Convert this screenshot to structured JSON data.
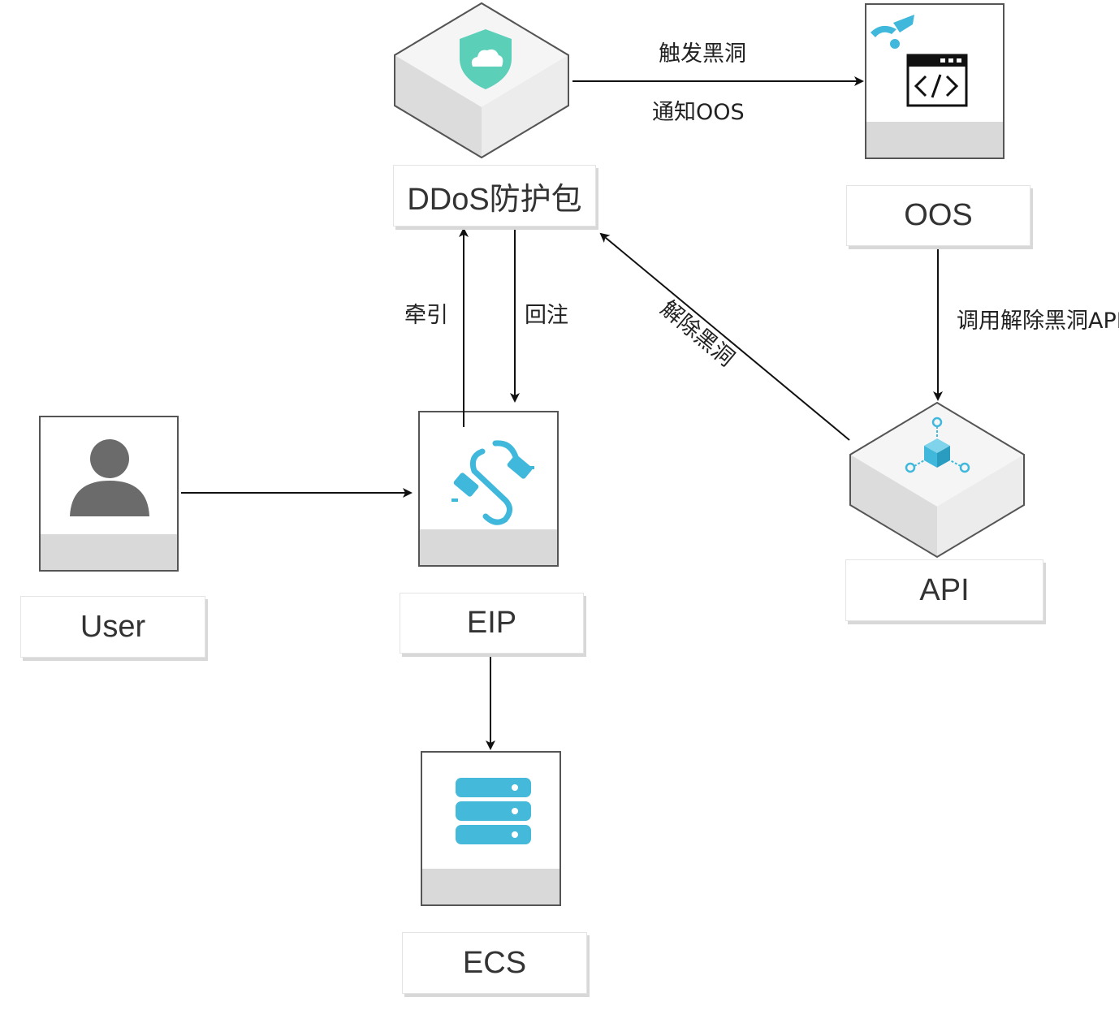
{
  "nodes": {
    "ddos": {
      "label": "DDoS防护包",
      "icon": "shield-cloud-icon"
    },
    "oos": {
      "label": "OOS",
      "icon": "code-window-icon"
    },
    "user": {
      "label": "User",
      "icon": "person-icon"
    },
    "eip": {
      "label": "EIP",
      "icon": "link-cable-icon"
    },
    "api": {
      "label": "API",
      "icon": "cube-network-icon"
    },
    "ecs": {
      "label": "ECS",
      "icon": "server-stack-icon"
    }
  },
  "edges": {
    "trigger_blackhole": "触发黑洞",
    "notify_oos": "通知OOS",
    "traction": "牵引",
    "reinject": "回注",
    "release_blackhole": "解除黑洞",
    "call_release_api": "调用解除黑洞API"
  },
  "colors": {
    "accent": "#3fb8dc",
    "shield": "#5ccfb8",
    "box_border": "#555555",
    "box_footer": "#d9d9d9",
    "arrow": "#111111"
  }
}
